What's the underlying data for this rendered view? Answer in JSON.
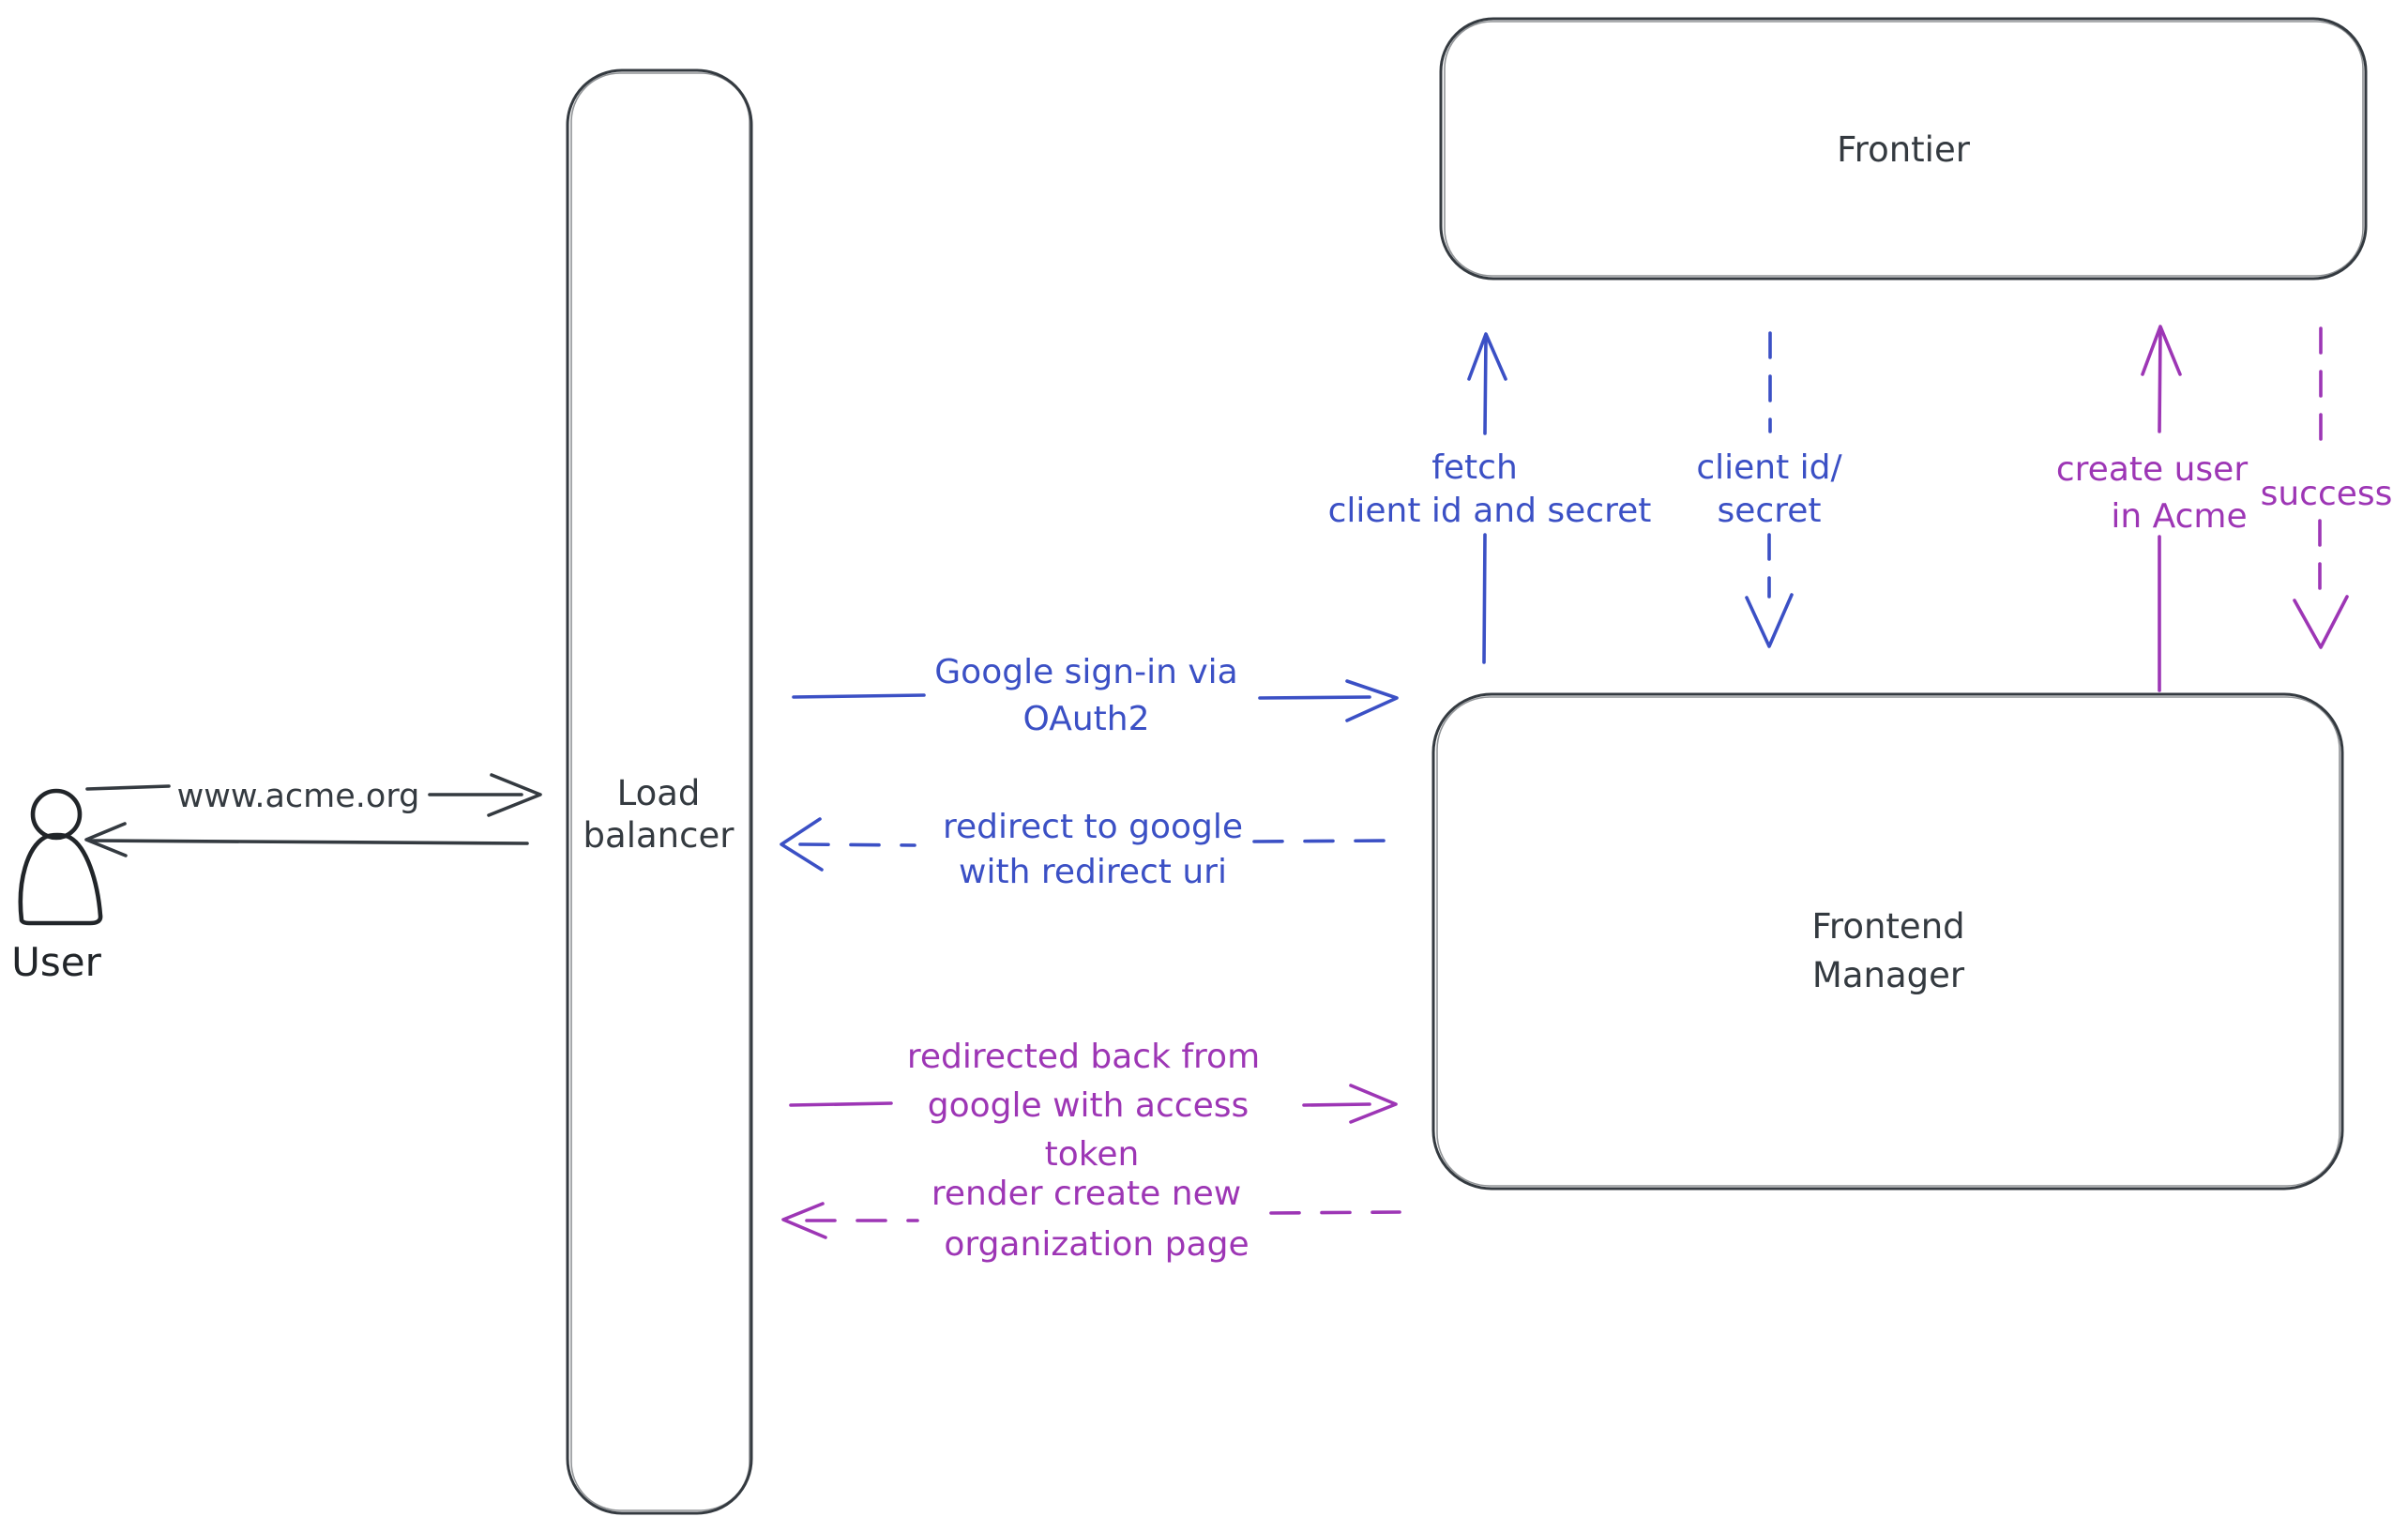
{
  "nodes": {
    "user": {
      "label": "User"
    },
    "load_balancer": {
      "line1": "Load",
      "line2": "balancer"
    },
    "frontier": {
      "label": "Frontier"
    },
    "frontend_manager": {
      "line1": "Frontend",
      "line2": "Manager"
    }
  },
  "edges": {
    "www_request": {
      "label": "www.acme.org"
    },
    "google_signin": {
      "line1": "Google sign-in via",
      "line2": "OAuth2"
    },
    "redirect_to_google": {
      "line1": "redirect to google",
      "line2": "with redirect uri"
    },
    "redirected_back": {
      "line1": "redirected back from",
      "line2": "google with access",
      "line3": "token"
    },
    "render_org_page": {
      "line1": "render create new",
      "line2": "organization page"
    },
    "fetch_client": {
      "line1": "fetch",
      "line2": "client id and secret"
    },
    "client_id_secret": {
      "line1": "client id/",
      "line2": "secret"
    },
    "create_user": {
      "line1": "create user",
      "line2": "in Acme"
    },
    "success": {
      "label": "success"
    }
  },
  "colors": {
    "ink": "#343a40",
    "figure": "#212529",
    "blue": "#3b50c5",
    "purple": "#9d36b5",
    "hatch": "#d3dae0"
  }
}
